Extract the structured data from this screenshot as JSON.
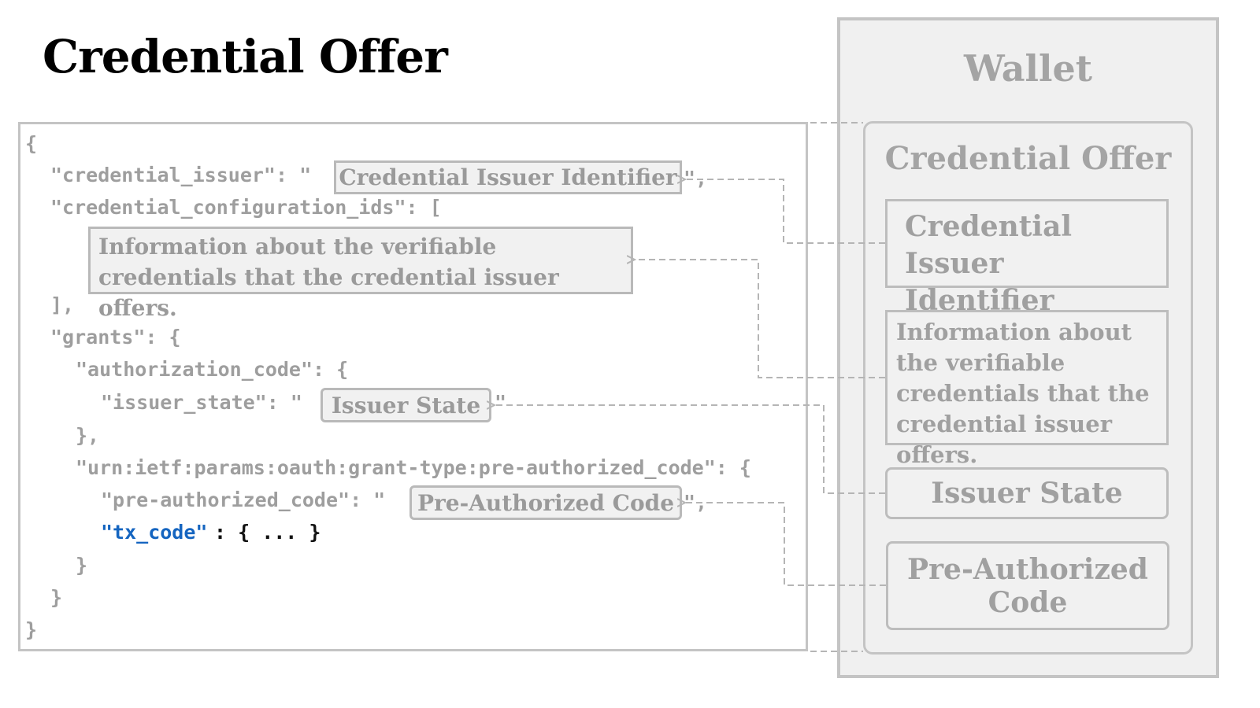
{
  "title": "Credential Offer",
  "code": {
    "open_brace": "{",
    "issuer_key": "\"credential_issuer\": \"",
    "issuer_tail": "\",",
    "config_key": "\"credential_configuration_ids\": [",
    "close_bracket": "],",
    "grants_key": "\"grants\": {",
    "auth_key": "\"authorization_code\": {",
    "issuer_state_key": "\"issuer_state\": \"",
    "issuer_state_tail": "\"",
    "auth_close": "},",
    "preauth_grant_key": "\"urn:ietf:params:oauth:grant-type:pre-authorized_code\": {",
    "preauth_key": "\"pre-authorized_code\": \"",
    "preauth_tail": "\",",
    "tx_code_key": "\"tx_code\"",
    "tx_code_value": ": { ... }",
    "inner_close": "}",
    "grants_close": "}",
    "outer_close": "}"
  },
  "placeholders": {
    "issuer_identifier": "Credential Issuer Identifier",
    "credential_info": "Information about the verifiable credentials that the credential issuer offers.",
    "issuer_state": "Issuer State",
    "pre_authorized_code": "Pre-Authorized Code"
  },
  "wallet": {
    "title": "Wallet",
    "offer_title": "Credential Offer",
    "issuer_identifier": "Credential Issuer Identifier",
    "credential_info": "Information about the verifiable credentials that the credential issuer offers.",
    "issuer_state": "Issuer State",
    "pre_authorized_code": "Pre-Authorized Code"
  },
  "colors": {
    "border": "#c4c4c4",
    "box_fill": "#f1f1f1",
    "muted_text": "#9e9e9e",
    "highlight_key": "#1565c0"
  }
}
